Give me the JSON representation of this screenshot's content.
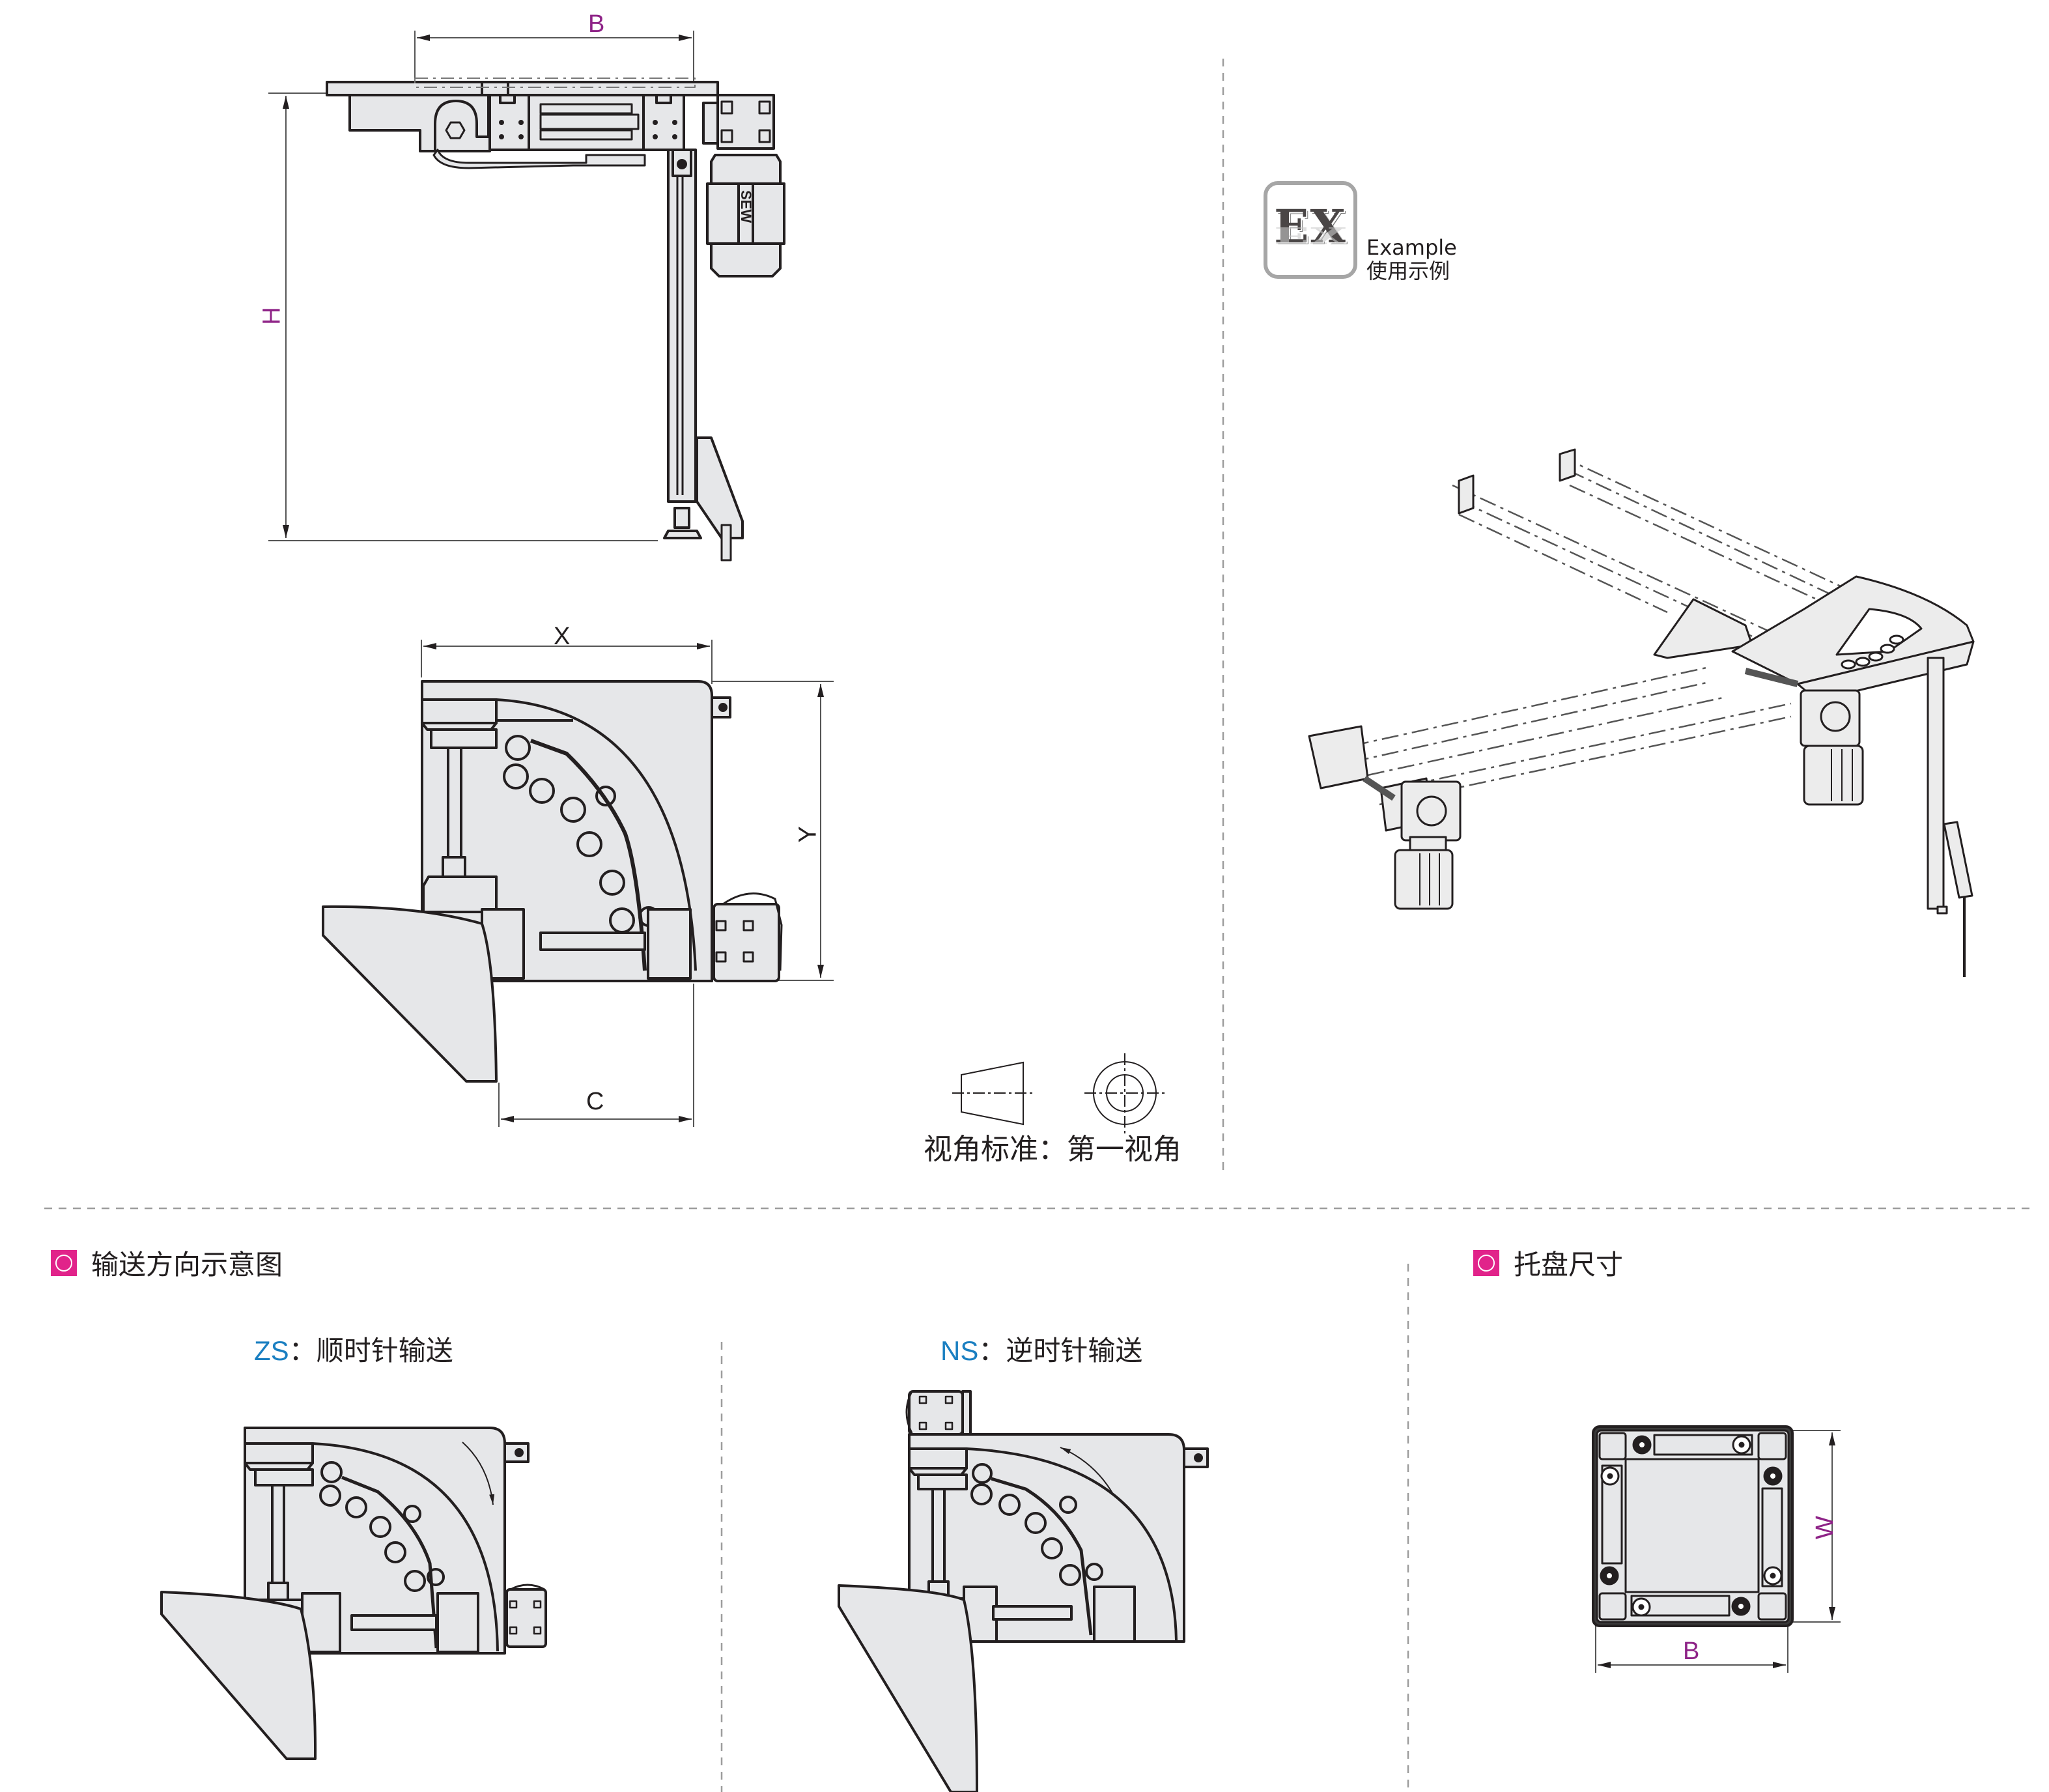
{
  "top_view": {
    "dimensions": {
      "width_label": "B",
      "height_label": "H"
    },
    "motor_brand": "SEW"
  },
  "plan_view": {
    "dimensions": {
      "x_label": "X",
      "y_label": "Y",
      "c_label": "C"
    }
  },
  "example": {
    "badge": "EX",
    "label_en": "Example",
    "label_cn": "使用示例"
  },
  "projection": {
    "label": "视角标准：第一视角"
  },
  "conveying_direction": {
    "title": "输送方向示意图",
    "variants": [
      {
        "code": "ZS",
        "separator": "：",
        "description": "顺时针输送",
        "rotation": "clockwise"
      },
      {
        "code": "NS",
        "separator": "：",
        "description": "逆时针输送",
        "rotation": "counterclockwise"
      }
    ]
  },
  "pallet_size": {
    "title": "托盘尺寸",
    "dimensions": {
      "width_label": "B",
      "depth_label": "W"
    }
  },
  "colors": {
    "accent_magenta": "#e1238a",
    "dimension_magenta": "#8e2387",
    "code_blue": "#1a7fc1",
    "part_fill": "#e6e7e9",
    "line": "#231f20",
    "separator": "#9d9d9d"
  }
}
